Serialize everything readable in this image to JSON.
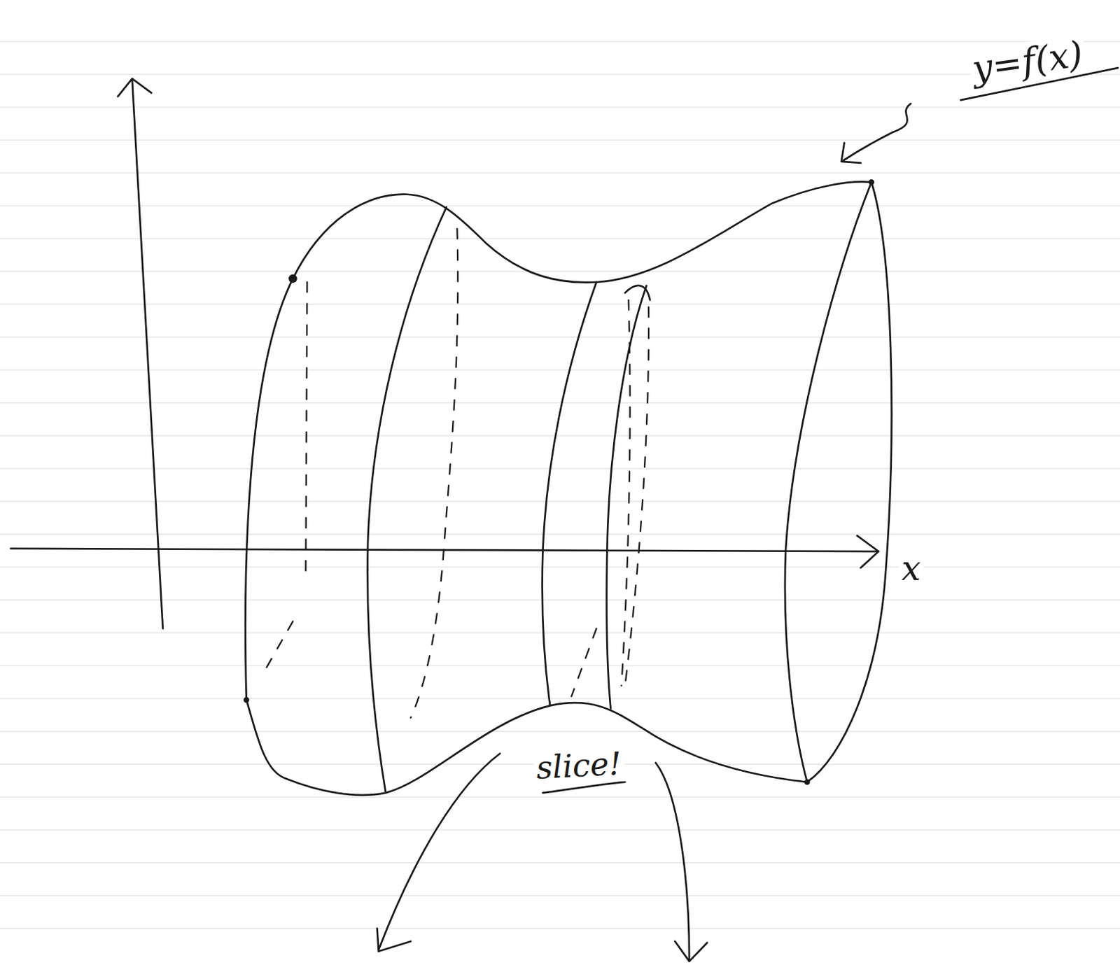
{
  "diagram": {
    "labels": [
      "y=f(x)",
      "x",
      "slice!"
    ]
  }
}
